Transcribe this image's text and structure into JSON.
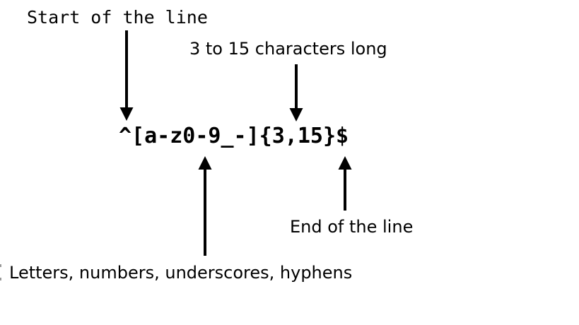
{
  "diagram": {
    "background_color": "#ffffff",
    "text_color": "#000000",
    "regex": {
      "pattern": "^[a-z0-9_-]{3,15}$"
    },
    "annotations": [
      {
        "label": "Start of the line",
        "points_to": "^",
        "arrow_direction": "down"
      },
      {
        "label": "3 to 15 characters long",
        "points_to": "{3,15}",
        "arrow_direction": "down"
      },
      {
        "label": "Letters, numbers, underscores, hyphens",
        "points_to": "[a-z0-9_-]",
        "arrow_direction": "up"
      },
      {
        "label": "End of the line",
        "points_to": "$",
        "arrow_direction": "up"
      }
    ]
  }
}
